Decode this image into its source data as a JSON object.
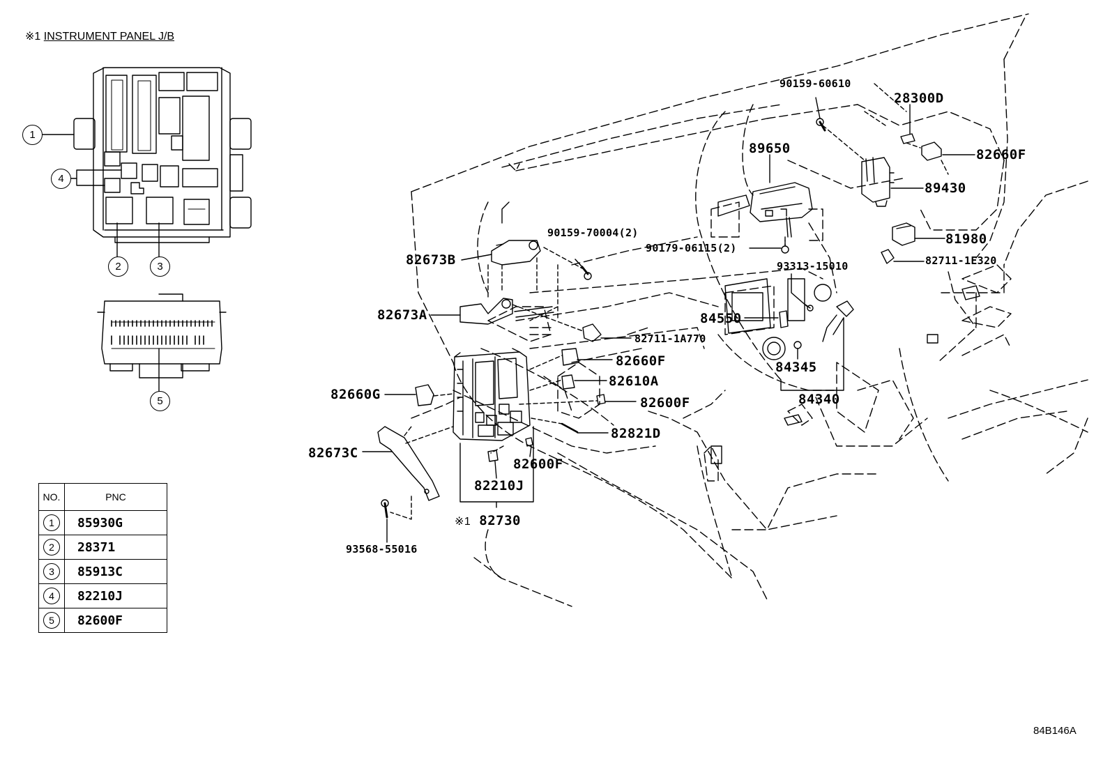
{
  "header": {
    "mark": "※1",
    "title": "INSTRUMENT PANEL J/B"
  },
  "reference_code": "84B146A",
  "jb_callouts": [
    "1",
    "2",
    "3",
    "4",
    "5"
  ],
  "pnc_table": {
    "headers": [
      "NO.",
      "PNC"
    ],
    "rows": [
      {
        "no": "1",
        "pnc": "85930G"
      },
      {
        "no": "2",
        "pnc": "28371"
      },
      {
        "no": "3",
        "pnc": "85913C"
      },
      {
        "no": "4",
        "pnc": "82210J"
      },
      {
        "no": "5",
        "pnc": "82600F"
      }
    ]
  },
  "part_labels": {
    "p90159_60610": "90159-60610",
    "p28300D": "28300D",
    "p82660F_top": "82660F",
    "p89650": "89650",
    "p89430": "89430",
    "p90159_70004": "90159-70004(2)",
    "p90179_06115": "90179-06115(2)",
    "p81980": "81980",
    "p93313_15010": "93313-15010",
    "p82711_1E320": "82711-1E320",
    "p82673B": "82673B",
    "p82673A": "82673A",
    "p82711_1A770": "82711-1A770",
    "p84550": "84550",
    "p84345": "84345",
    "p82660F_mid": "82660F",
    "p82610A": "82610A",
    "p82660G": "82660G",
    "p82600F_mid": "82600F",
    "p84340": "84340",
    "p82821D": "82821D",
    "p82673C": "82673C",
    "p82600F_low": "82600F",
    "p82210J": "82210J",
    "p82730_mark": "※1",
    "p82730": "82730",
    "p93568_55016": "93568-55016"
  }
}
